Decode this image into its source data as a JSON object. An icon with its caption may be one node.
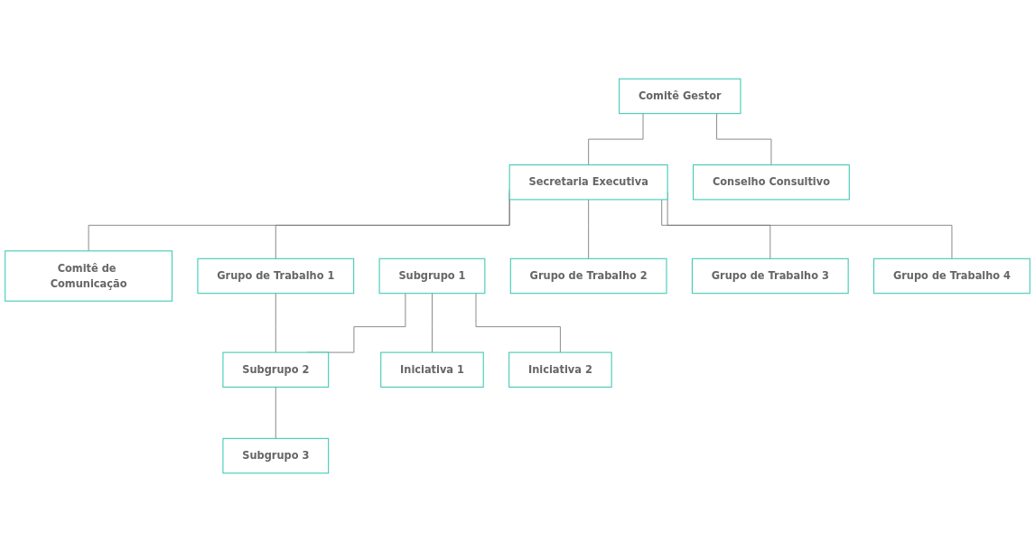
{
  "diagram": {
    "nodes": [
      {
        "text": [
          "Comitê Gestor"
        ]
      },
      {
        "text": [
          "Conselho Consultivo"
        ]
      },
      {
        "text": [
          "Secretaria Executiva"
        ]
      },
      {
        "text": [
          "Comitê de Comunicação"
        ]
      },
      {
        "text": [
          "Grupo de Trabalho 1"
        ]
      },
      {
        "text": [
          "Grupo de Trabalho 2"
        ]
      },
      {
        "text": [
          "Grupo de Trabalho 3"
        ]
      },
      {
        "text": [
          "Grupo de Trabalho 4"
        ]
      },
      {
        "text": [
          "Subgrupo 1"
        ]
      },
      {
        "text": [
          "Subgrupo 2"
        ]
      },
      {
        "text": [
          "Subgrupo 3"
        ]
      },
      {
        "text": [
          "Iniciativa 1"
        ]
      },
      {
        "text": [
          "Iniciativa 2"
        ]
      }
    ],
    "edges": [
      {
        "from": 0,
        "to": 1,
        "arrow": "none"
      },
      {
        "from": 0,
        "to": 2,
        "arrow": "none"
      },
      {
        "from": 2,
        "to": 3,
        "arrow": "none"
      },
      {
        "from": 2,
        "to": 4,
        "arrow": "none"
      },
      {
        "from": 2,
        "to": 5,
        "arrow": "none"
      },
      {
        "from": 2,
        "to": 6,
        "arrow": "none"
      },
      {
        "from": 2,
        "to": 7,
        "arrow": "none"
      },
      {
        "from": 4,
        "to": 9,
        "arrow": "none"
      },
      {
        "from": 8,
        "to": 9,
        "arrow": "none"
      },
      {
        "from": 9,
        "to": 10,
        "arrow": "none"
      },
      {
        "from": 8,
        "to": 11,
        "arrow": "none"
      },
      {
        "from": 8,
        "to": 12,
        "arrow": "none"
      }
    ]
  }
}
